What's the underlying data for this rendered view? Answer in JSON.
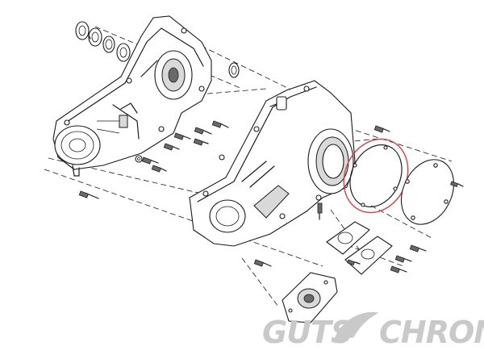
{
  "watermark": {
    "left_word": "GUTS",
    "right_word": "CHROME",
    "color": "#c9c9c9",
    "icon": "feather-icon"
  },
  "highlight": {
    "color": "#e03a3a",
    "part": "gasket"
  }
}
